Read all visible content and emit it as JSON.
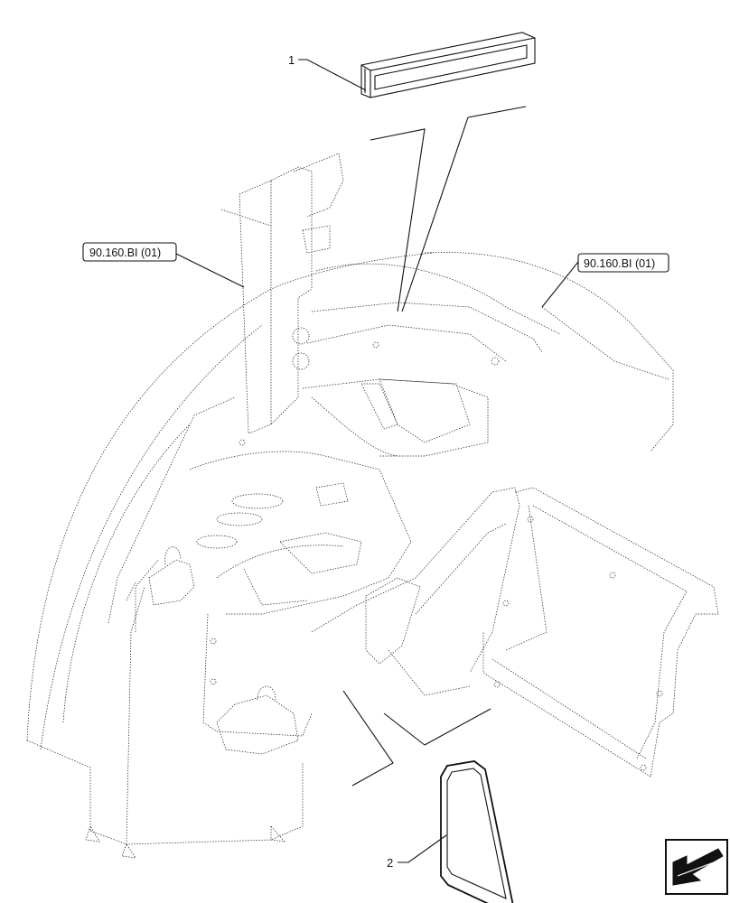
{
  "callouts": {
    "part_1": "1",
    "part_2": "2",
    "ref_left": "90.160.BI (01)",
    "ref_right": "90.160.BI (01)"
  },
  "nav_icon": "next-page-arrow-icon"
}
